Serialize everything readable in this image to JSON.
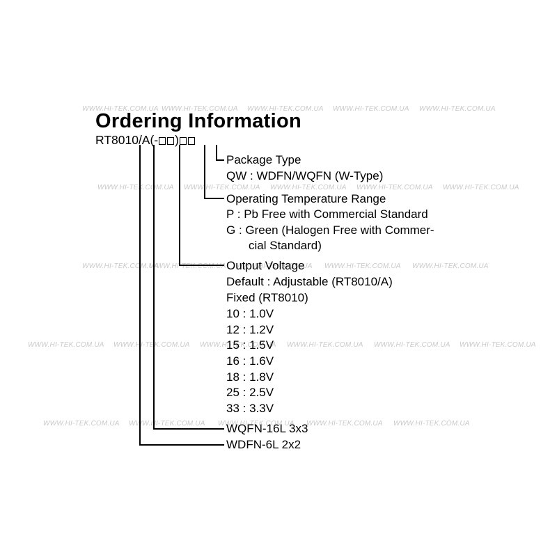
{
  "watermark": "WWW.HI-TEK.COM.UA",
  "title": "Ordering Information",
  "part_number": {
    "prefix": "RT8010/A(-",
    "middle": ")"
  },
  "package_type": {
    "heading": "Package Type",
    "items": [
      "QW : WDFN/WQFN  (W-Type)"
    ]
  },
  "temperature": {
    "heading": "Operating Temperature Range",
    "items": [
      "P : Pb Free with Commercial Standard",
      "G : Green (Halogen Free with Commer-",
      "cial Standard)"
    ]
  },
  "output_voltage": {
    "heading": "Output Voltage",
    "items": [
      "Default : Adjustable (RT8010/A)",
      "Fixed (RT8010)",
      "10 : 1.0V",
      "12 : 1.2V",
      "15 : 1.5V",
      "16 : 1.6V",
      "18 : 1.8V",
      "25 : 2.5V",
      "33 : 3.3V"
    ]
  },
  "packages": [
    "WQFN-16L 3x3",
    "WDFN-6L 2x2"
  ]
}
